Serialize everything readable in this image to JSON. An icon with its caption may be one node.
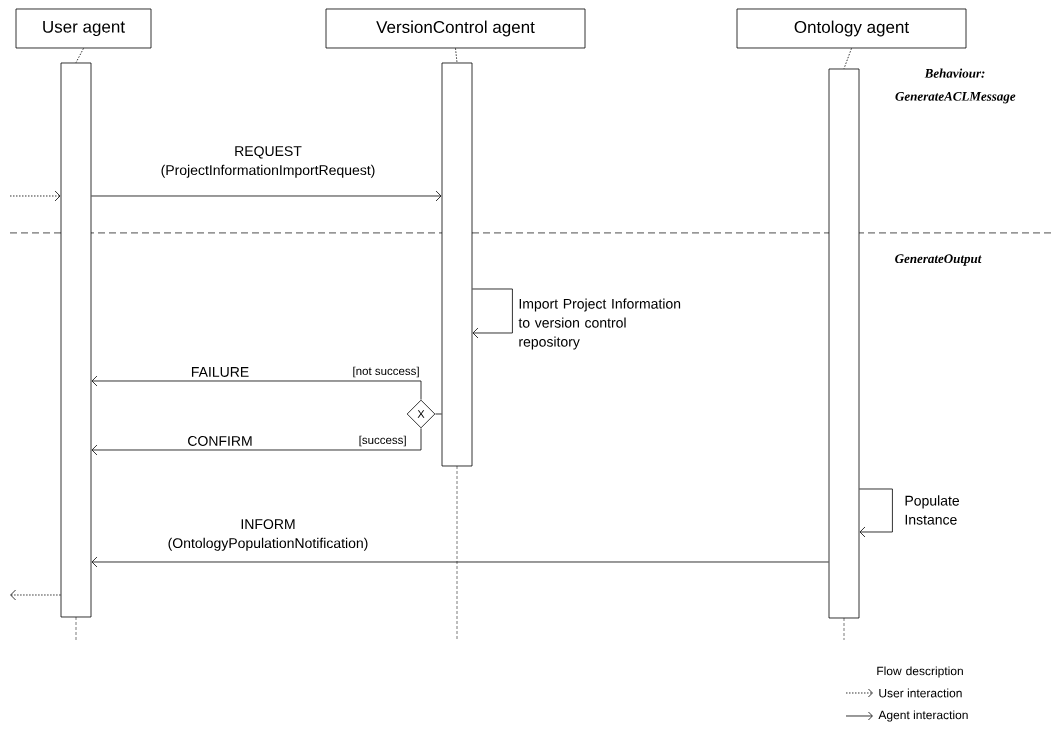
{
  "diagram": {
    "nodes": [
      {
        "text": [
          "User agent"
        ]
      },
      {
        "text": [
          "VersionControl agent"
        ]
      },
      {
        "text": [
          "Ontology agent"
        ]
      },
      {
        "text": [],
        "shape": "bar"
      },
      {
        "text": [],
        "shape": "bar"
      },
      {
        "text": [],
        "shape": "bar"
      },
      {
        "text": [
          "X"
        ]
      }
    ],
    "edges": [
      {
        "from": 0,
        "to": 3,
        "arrow": "none",
        "style": "dashed"
      },
      {
        "from": 1,
        "to": 4,
        "arrow": "none",
        "style": "dashed"
      },
      {
        "from": 2,
        "to": 5,
        "arrow": "none",
        "style": "dashed"
      },
      {
        "from": null,
        "to": 3,
        "arrow": "to",
        "style": "dashed"
      },
      {
        "from": 3,
        "to": 4,
        "arrow": "to",
        "label": "REQUEST (ProjectInformationImportRequest)"
      },
      {
        "from": 4,
        "to": 4,
        "arrow": "to",
        "label": "Import Project Information to version control repository"
      },
      {
        "from": 4,
        "to": 6,
        "arrow": "none"
      },
      {
        "from": 6,
        "to": 3,
        "arrow": "to",
        "label": "FAILURE"
      },
      {
        "from": 6,
        "to": 3,
        "arrow": "to",
        "label": "CONFIRM"
      },
      {
        "from": 5,
        "to": 5,
        "arrow": "to",
        "label": "Populate Instance"
      },
      {
        "from": 5,
        "to": 3,
        "arrow": "to",
        "label": "INFORM (OntologyPopulationNotification)"
      },
      {
        "from": 3,
        "to": null,
        "arrow": "to",
        "style": "dashed"
      }
    ],
    "labels": [
      "Behaviour: GenerateACLMessage",
      "GenerateOutput",
      "[not success]",
      "[success]",
      "Flow description"
    ],
    "legend": [
      {
        "text": "User interaction"
      },
      {
        "text": "Agent interaction"
      }
    ]
  }
}
